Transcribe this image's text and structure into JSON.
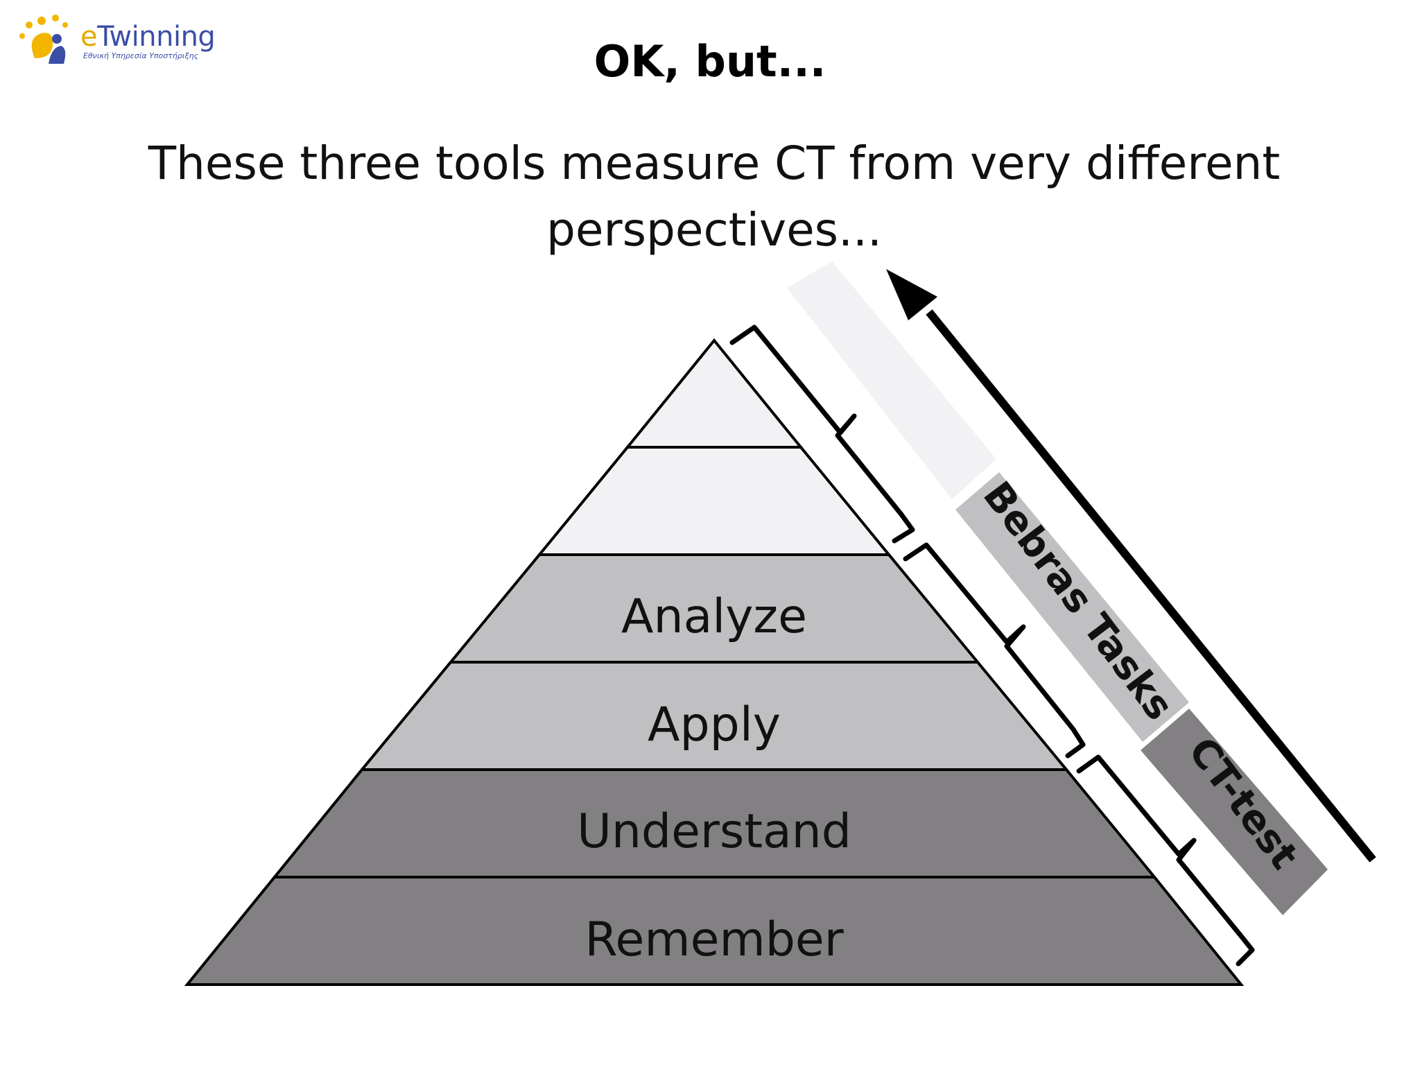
{
  "logo": {
    "brand_prefix": "e",
    "brand_rest": "Twinning",
    "subtitle": "Εθνική Υπηρεσία Υποστήριξης",
    "icon": "etwinning-stars-figure-icon"
  },
  "slide": {
    "title": "OK, but...",
    "subtitle": "These three tools measure CT from very different perspectives..."
  },
  "pyramid": {
    "levels": [
      {
        "label": "",
        "color": "#f2f1f3"
      },
      {
        "label": "",
        "color": "#f2f1f3"
      },
      {
        "label": "Analyze",
        "color": "#c0bfc2"
      },
      {
        "label": "Apply",
        "color": "#c0bfc2"
      },
      {
        "label": "Understand",
        "color": "#828083"
      },
      {
        "label": "Remember",
        "color": "#828083"
      }
    ]
  },
  "side_bands": [
    {
      "label": "",
      "color": "#f2f1f3"
    },
    {
      "label": "Bebras Tasks",
      "color": "#c0bfc2"
    },
    {
      "label": "CT-test",
      "color": "#828083"
    }
  ],
  "arrow_icon": "up-left-arrow-icon",
  "brace_icon": "curly-brace-icon"
}
